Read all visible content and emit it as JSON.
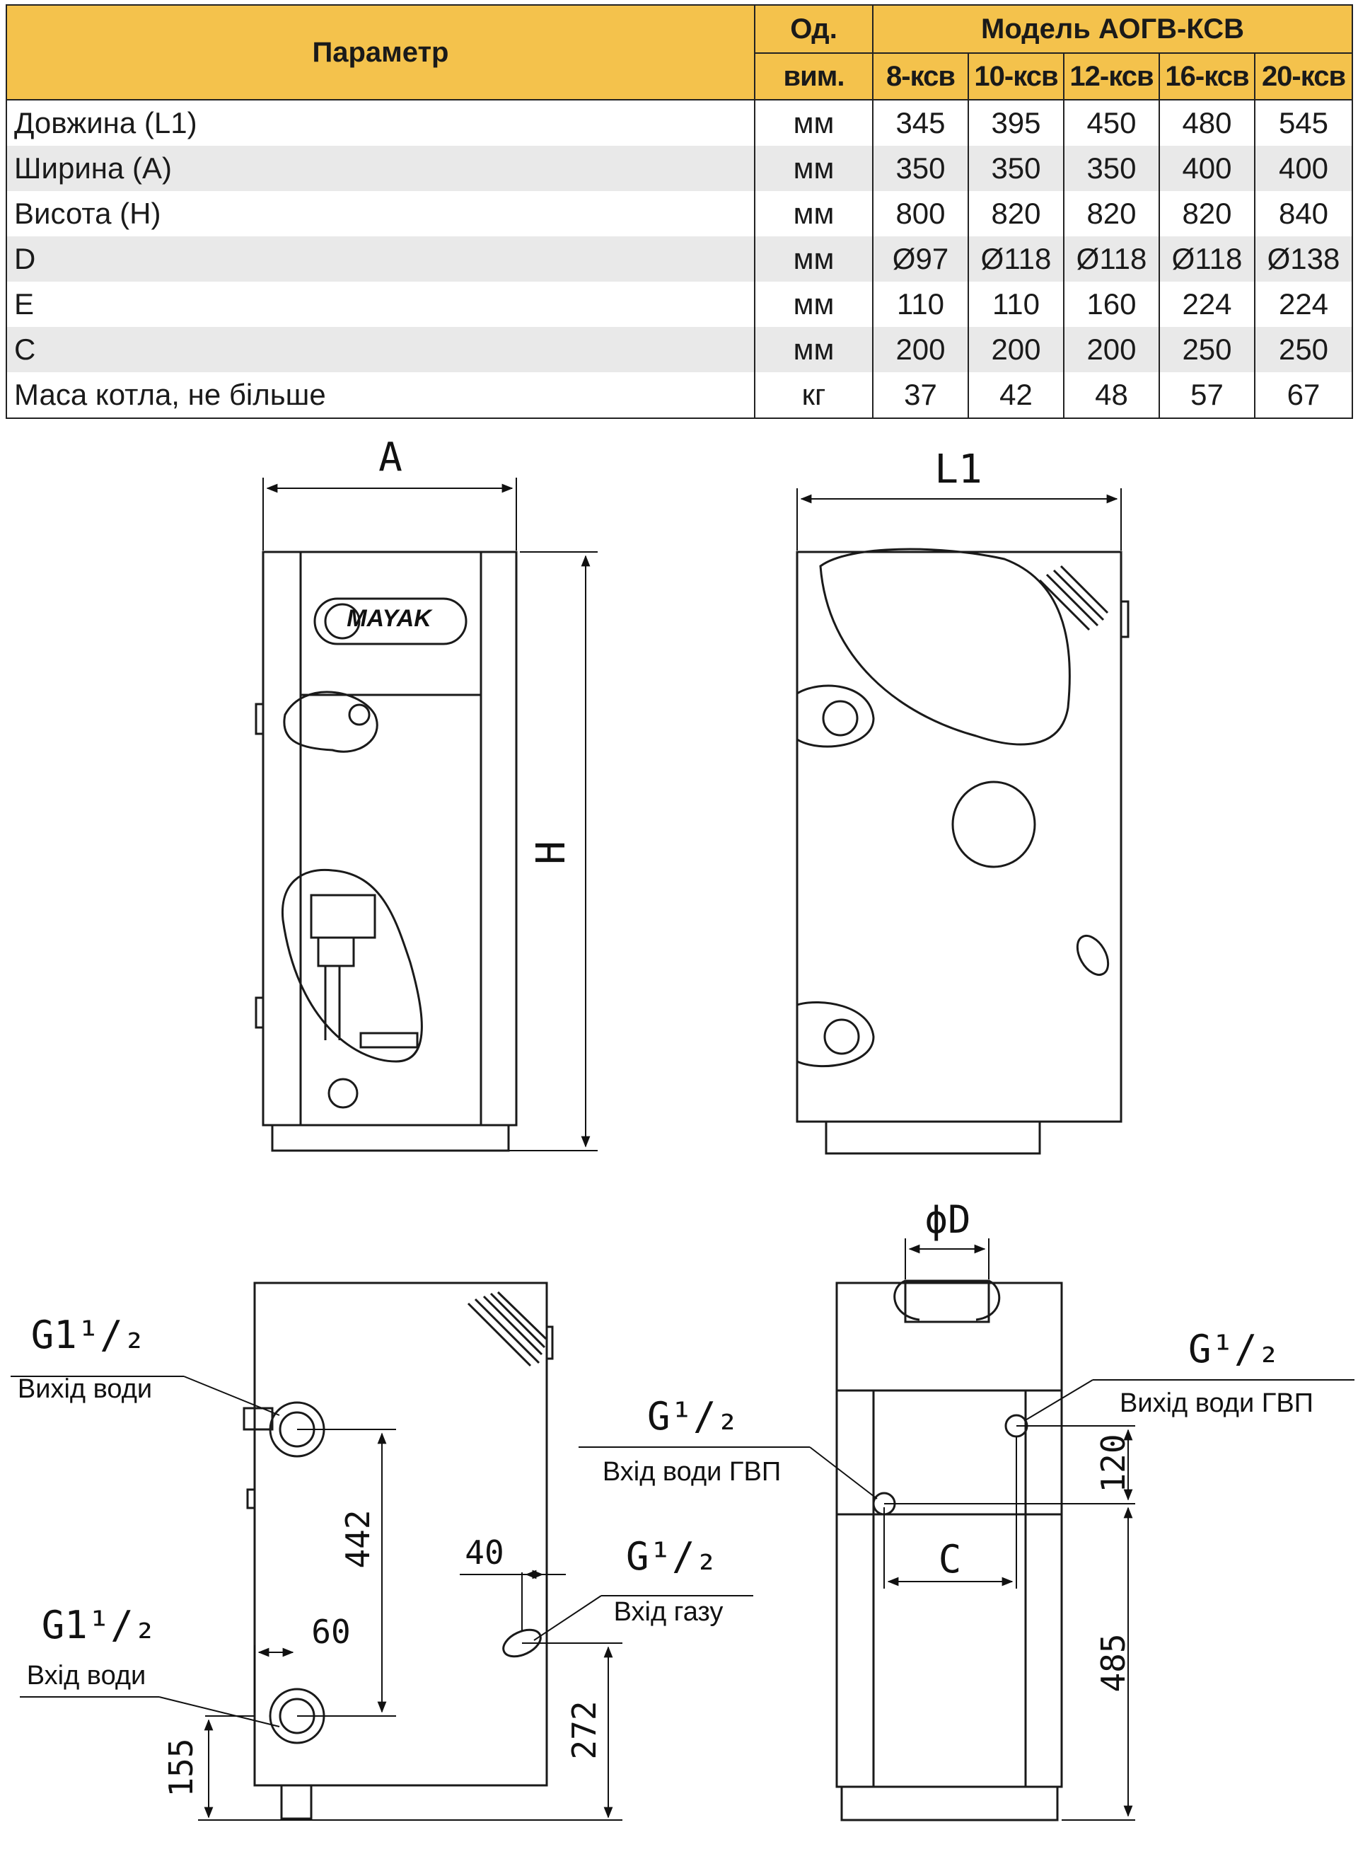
{
  "table": {
    "header": {
      "param": "Параметр",
      "unit_line1": "Од.",
      "unit_line2": "вим.",
      "model": "Модель АОГВ-КСВ",
      "models": [
        "8-ксв",
        "10-ксв",
        "12-ксв",
        "16-ксв",
        "20-ксв"
      ]
    },
    "rows": [
      {
        "param": "Довжина (L1)",
        "unit": "мм",
        "values": [
          "345",
          "395",
          "450",
          "480",
          "545"
        ]
      },
      {
        "param": "Ширина (А)",
        "unit": "мм",
        "values": [
          "350",
          "350",
          "350",
          "400",
          "400"
        ]
      },
      {
        "param": "Висота (Н)",
        "unit": "мм",
        "values": [
          "800",
          "820",
          "820",
          "820",
          "840"
        ]
      },
      {
        "param": "D",
        "unit": "мм",
        "values": [
          "Ø97",
          "Ø118",
          "Ø118",
          "Ø118",
          "Ø138"
        ]
      },
      {
        "param": "E",
        "unit": "мм",
        "values": [
          "110",
          "110",
          "160",
          "224",
          "224"
        ]
      },
      {
        "param": "C",
        "unit": "мм",
        "values": [
          "200",
          "200",
          "200",
          "250",
          "250"
        ]
      },
      {
        "param": "Маса котла, не більше",
        "unit": "кг",
        "values": [
          "37",
          "42",
          "48",
          "57",
          "67"
        ]
      }
    ]
  },
  "drawing": {
    "logo_text": "MAYAK",
    "front": {
      "width_label": "A",
      "height_label": "H"
    },
    "side": {
      "length_label": "L1"
    },
    "left_view": {
      "outlet_thread": "G1¹/₂",
      "outlet_label": "Вихід води",
      "inlet_thread": "G1¹/₂",
      "inlet_label": "Вхід води",
      "gas_thread": "G¹/₂",
      "gas_label": "Вхід газу",
      "dim_442": "442",
      "dim_40": "40",
      "dim_60": "60",
      "dim_155": "155",
      "dim_272": "272"
    },
    "back_view": {
      "diameter_label": "ϕD",
      "dhw_out_thread": "G¹/₂",
      "dhw_out_label": "Вихід води ГВП",
      "dhw_in_thread": "G¹/₂",
      "dhw_in_label": "Вхід води ГВП",
      "dim_c": "C",
      "dim_120": "120",
      "dim_485": "485"
    }
  },
  "colors": {
    "header_bg": "#f4c24c",
    "stripe": "#e9e9e9",
    "line": "#1a1a1a"
  }
}
